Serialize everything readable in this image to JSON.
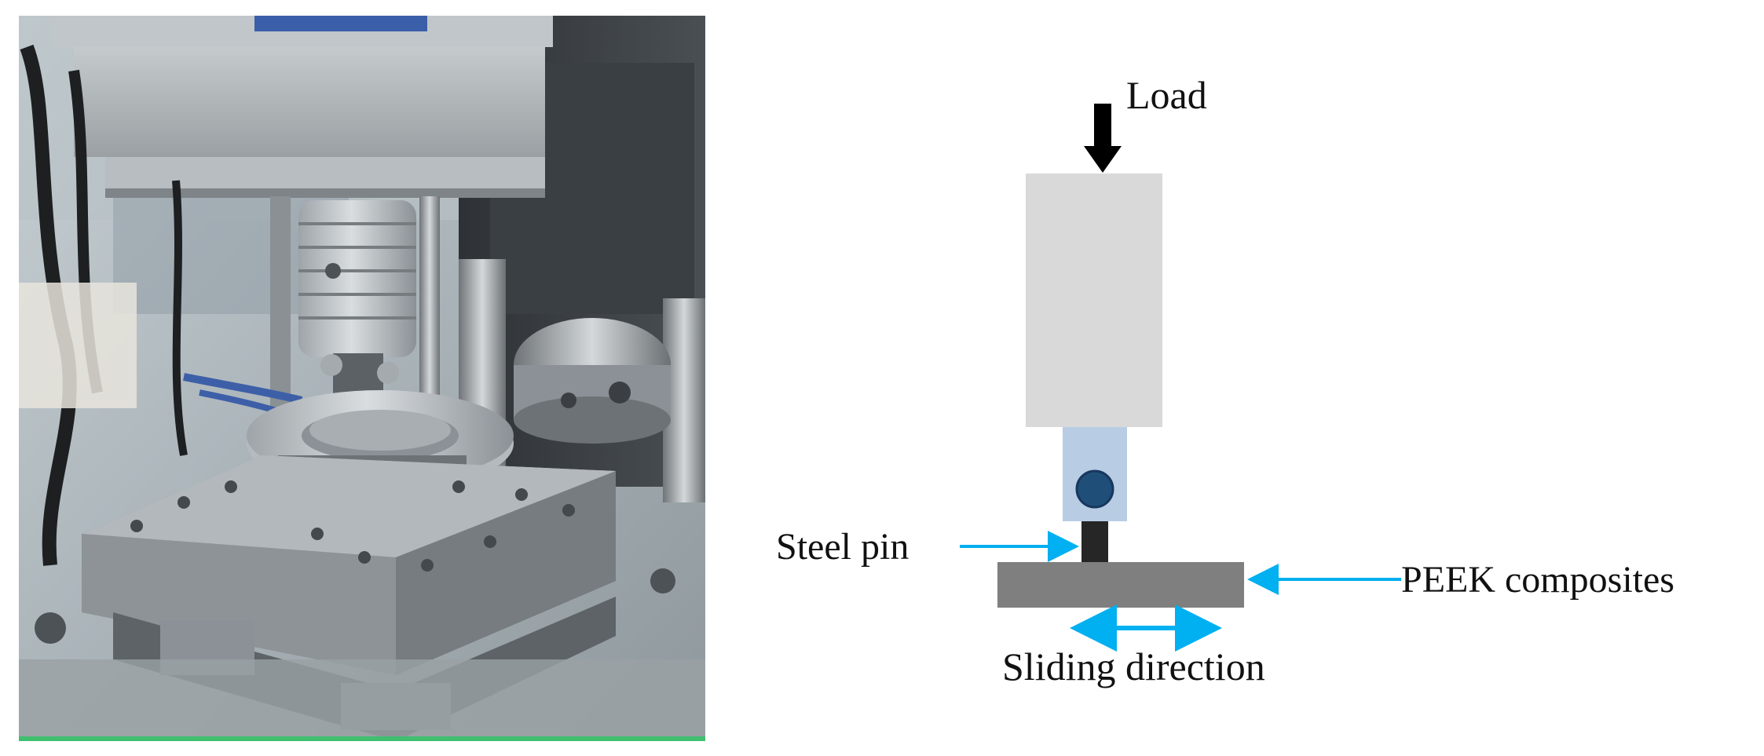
{
  "diagram": {
    "load_label": "Load",
    "steel_pin_label": "Steel pin",
    "peek_label": "PEEK composites",
    "sliding_label": "Sliding direction"
  },
  "colors": {
    "block_fill": "#d9d9d9",
    "holder_fill": "#b8cce4",
    "ball_fill": "#1f4e79",
    "pin_fill": "#262626",
    "sample_fill": "#7f7f7f",
    "arrow_blue": "#00b0f0",
    "load_arrow": "#000000"
  },
  "photo": {
    "description_icon": "tribometer-photo"
  }
}
